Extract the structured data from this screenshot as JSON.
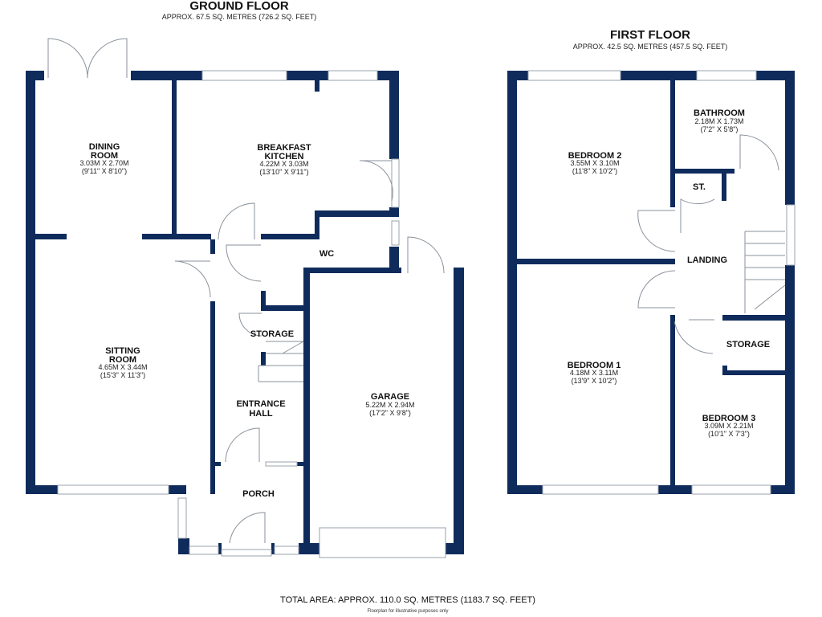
{
  "ground_floor": {
    "title": "GROUND FLOOR",
    "area": "APPROX. 67.5 SQ. METRES (726.2 SQ. FEET)",
    "rooms": [
      {
        "name_lines": [
          "DINING",
          "ROOM"
        ],
        "metric": "3.03M X 2.70M",
        "imperial": "(9'11\" X 8'10\")"
      },
      {
        "name_lines": [
          "BREAKFAST",
          "KITCHEN"
        ],
        "metric": "4.22M X 3.03M",
        "imperial": "(13'10\" X 9'11\")"
      },
      {
        "name_lines": [
          "WC"
        ]
      },
      {
        "name_lines": [
          "STORAGE"
        ]
      },
      {
        "name_lines": [
          "SITTING",
          "ROOM"
        ],
        "metric": "4.65M X 3.44M",
        "imperial": "(15'3\" X 11'3\")"
      },
      {
        "name_lines": [
          "ENTRANCE",
          "HALL"
        ]
      },
      {
        "name_lines": [
          "GARAGE"
        ],
        "metric": "5.22M X 2.94M",
        "imperial": "(17'2\" X 9'8\")"
      },
      {
        "name_lines": [
          "PORCH"
        ]
      }
    ]
  },
  "first_floor": {
    "title": "FIRST FLOOR",
    "area": "APPROX. 42.5 SQ. METRES (457.5 SQ. FEET)",
    "rooms": [
      {
        "name_lines": [
          "BEDROOM 2"
        ],
        "metric": "3.55M X 3.10M",
        "imperial": "(11'8\" X 10'2\")"
      },
      {
        "name_lines": [
          "BATHROOM"
        ],
        "metric": "2.18M X 1.73M",
        "imperial": "(7'2\" X 5'8\")"
      },
      {
        "name_lines": [
          "ST."
        ]
      },
      {
        "name_lines": [
          "LANDING"
        ]
      },
      {
        "name_lines": [
          "STORAGE"
        ]
      },
      {
        "name_lines": [
          "BEDROOM 1"
        ],
        "metric": "4.18M X 3.11M",
        "imperial": "(13'9\" X 10'2\")"
      },
      {
        "name_lines": [
          "BEDROOM 3"
        ],
        "metric": "3.09M X 2.21M",
        "imperial": "(10'1\" X 7'3\")"
      }
    ]
  },
  "footer": {
    "total": "TOTAL AREA: APPROX. 110.0 SQ. METRES (1183.7 SQ. FEET)",
    "note": "Floorplan for illustrative purposes only"
  },
  "colors": {
    "wall": "#0f2b5c"
  }
}
